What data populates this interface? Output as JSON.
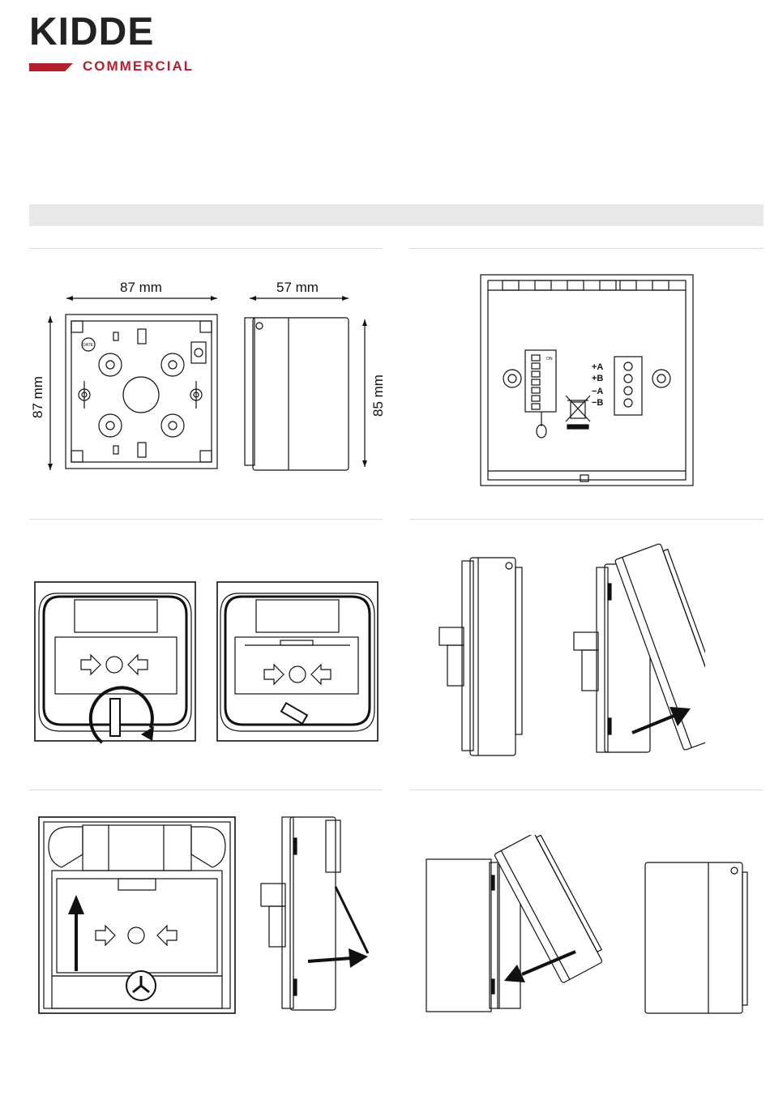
{
  "brand": {
    "name": "KIDDE",
    "subtitle": "COMMERCIAL",
    "accent_color": "#b5202e"
  },
  "figure1": {
    "width_label": "87 mm",
    "height_label": "87 mm",
    "depth_label": "57 mm",
    "side_height_label": "85 mm",
    "date_marker": "DATE"
  },
  "figure2": {
    "terminal_labels": [
      "+A",
      "+B",
      "−A",
      "−B"
    ],
    "dip_on_label": "ON",
    "weee_icon": "crossed-bin-icon"
  },
  "icons": {
    "arrow_right": "arrow-right-icon",
    "arrow_left": "arrow-left-icon",
    "rotate_arrow": "rotate-arrow-icon",
    "push_arrow": "push-arrow-icon"
  }
}
